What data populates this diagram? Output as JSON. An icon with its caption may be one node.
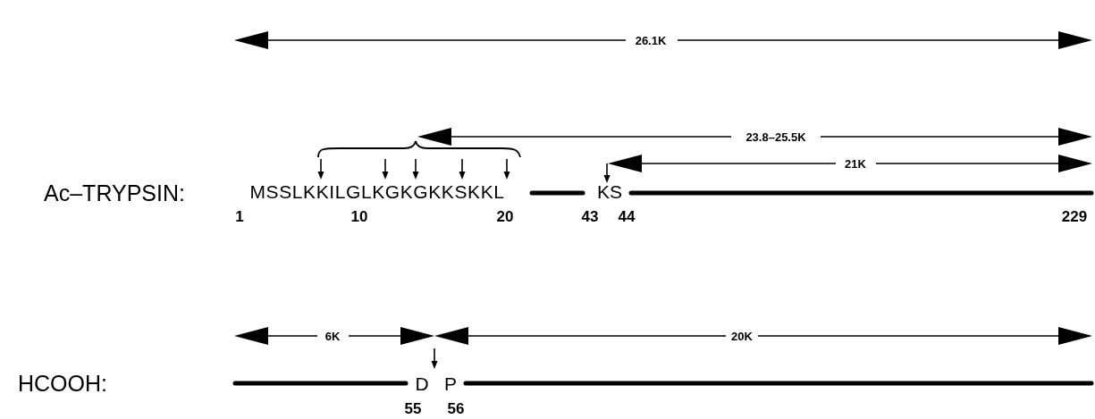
{
  "diagram": {
    "labels": [
      "26.1K",
      "23.8–25.5K",
      "21K",
      "Ac–TRYPSIN:",
      "MSSLKKILGLKGKGKKSKKL",
      "KS",
      "1",
      "10",
      "20",
      "43",
      "44",
      "229",
      "6K",
      "20K",
      "HCOOH:",
      "D",
      "P",
      "55",
      "56"
    ]
  }
}
